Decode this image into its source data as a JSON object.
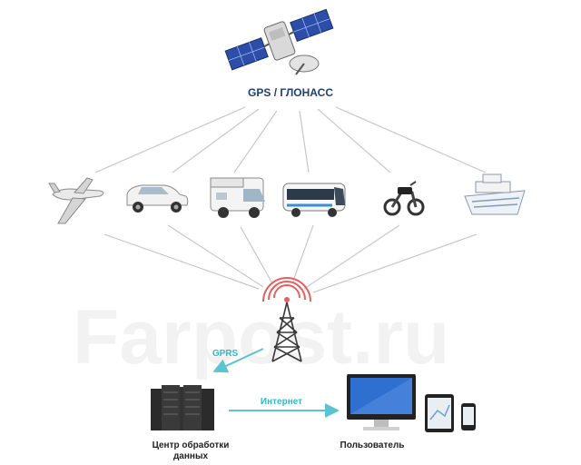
{
  "labels": {
    "satellite": "GPS / ГЛОНАСС",
    "gprs": "GPRS",
    "internet": "Интернет",
    "data_center_line1": "Центр обработки",
    "data_center_line2": "данных",
    "user": "Пользователь"
  },
  "watermark": "Farpost.ru",
  "colors": {
    "link_line": "#c8c8c8",
    "arrow": "#5bc3d1",
    "label_accent": "#34b6c8",
    "tower": "#3a3a3a",
    "signal_waves": "#e85f5f"
  },
  "vehicles": [
    {
      "icon": "airplane-icon"
    },
    {
      "icon": "car-icon"
    },
    {
      "icon": "van-icon"
    },
    {
      "icon": "bus-icon"
    },
    {
      "icon": "motorcycle-icon"
    },
    {
      "icon": "ship-icon"
    }
  ]
}
